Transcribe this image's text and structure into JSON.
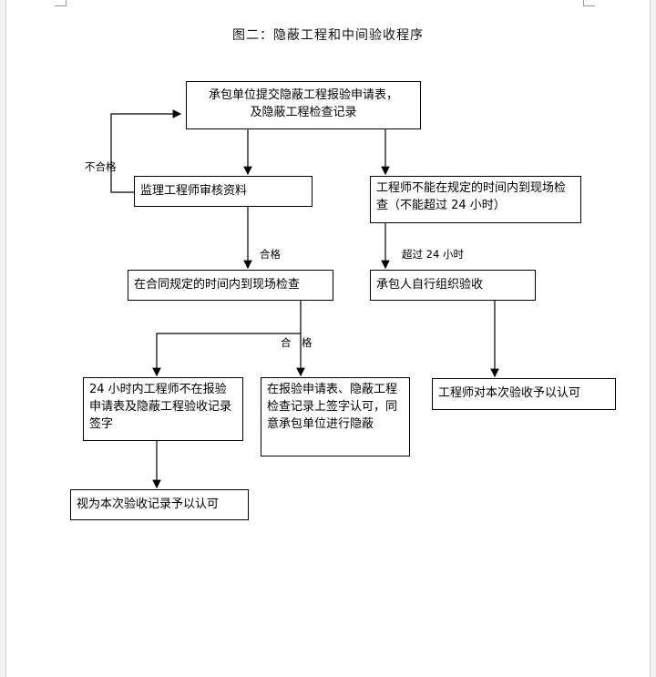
{
  "title": "图二：隐蔽工程和中间验收程序",
  "boxes": {
    "submit": "承包单位提交隐蔽工程报验申请表，\n及隐蔽工程检查记录",
    "review": "监理工程师审核资料",
    "engineer_cannot": "工程师不能在规定的时间内到现场检查（不能超过 24 小时）",
    "site_inspect": "在合同规定的时间内到现场检查",
    "self_organize": "承包人自行组织验收",
    "no_sign_24h": "24 小时内工程师不在报验申请表及隐蔽工程验收记录签字",
    "sign_approve": "在报验申请表、隐蔽工程检查记录上签字认可，同意承包单位进行隐蔽",
    "engineer_accept": "工程师对本次验收予以认可",
    "deemed_accepted": "视为本次验收记录予以认可"
  },
  "labels": {
    "fail": "不合格",
    "pass1": "合格",
    "pass2": "合　格",
    "over24": "超过 24 小时"
  }
}
